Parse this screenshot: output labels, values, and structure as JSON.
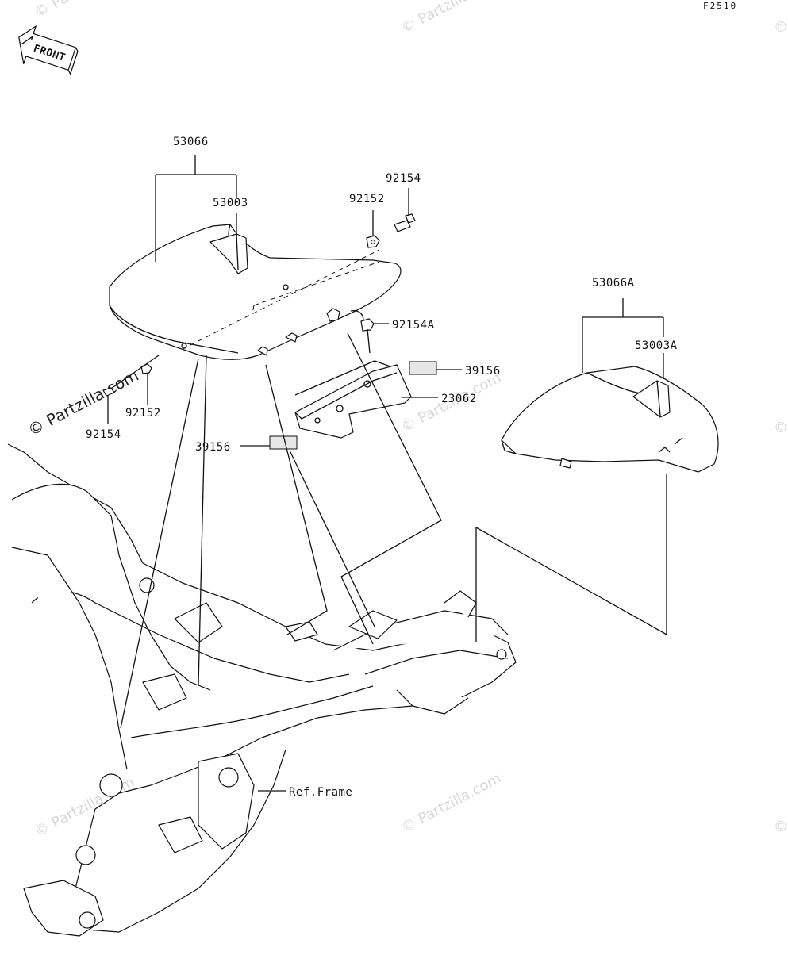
{
  "diagram_code": "F2510",
  "front_badge": "FRONT",
  "watermark": "© Partzilla.com",
  "callouts": {
    "front_seat_assembly": "53066",
    "front_seat_cover": "53003",
    "nut_top": "92152",
    "bolt_top": "92154",
    "bolt_bracket": "92154A",
    "damper_right": "39156",
    "bracket": "23062",
    "damper_left": "39156",
    "nut_left": "92152",
    "bolt_left": "92154",
    "rear_seat_assembly": "53066A",
    "rear_seat_cover": "53003A",
    "frame_ref": "Ref.Frame"
  }
}
